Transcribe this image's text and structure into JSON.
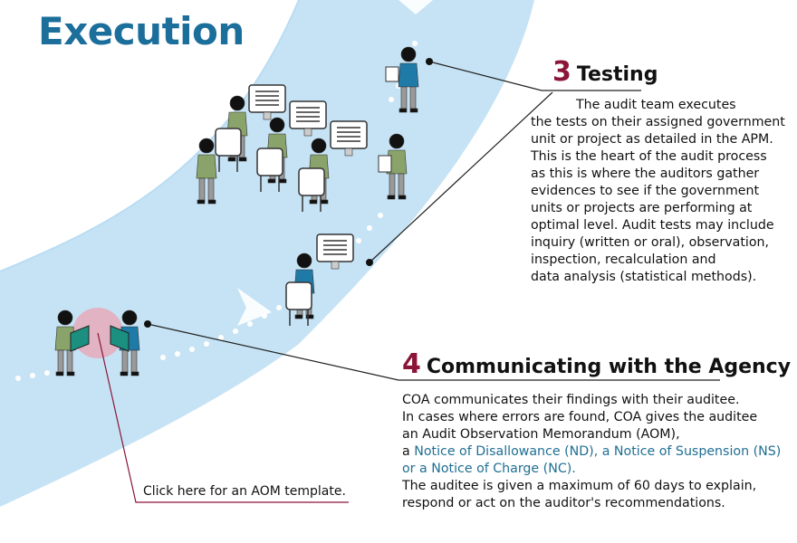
{
  "title": "Execution",
  "testing": {
    "number": "3",
    "heading": "Testing",
    "lines": [
      "The audit team executes",
      "the tests on their assigned government",
      "unit or project as detailed in the APM.",
      "This is the heart of the audit process",
      "as this is where the auditors gather",
      "evidences to see if the government",
      "units or projects are performing at",
      "optimal level. Audit tests may include",
      "inquiry (written or oral), observation,",
      "inspection, recalculation and",
      "data analysis (statistical methods)."
    ]
  },
  "communicating": {
    "number": "4",
    "heading": "Communicating with the Agency",
    "line1": "COA communicates their findings with their auditee.",
    "line2": "In cases where errors are found, COA gives the auditee",
    "line3": "an Audit Observation Memorandum (AOM),",
    "line4_prefix": "a ",
    "line4_highlight": "Notice of Disallowance (ND), a Notice of Suspension (NS)",
    "line5_highlight": "or a Notice of Charge (NC).",
    "line6": "The auditee is given a maximum of 60 days to explain,",
    "line7": "respond or act on the auditor's recommendations."
  },
  "template_link": "Click here for an AOM template.",
  "colors": {
    "title": "#1c6e9b",
    "step_number": "#8b1538",
    "path_band": "#c6e3f5",
    "highlight_text": "#1f6f93",
    "link_underline": "#8b1538",
    "pink_marker": "#e7a6b7"
  }
}
